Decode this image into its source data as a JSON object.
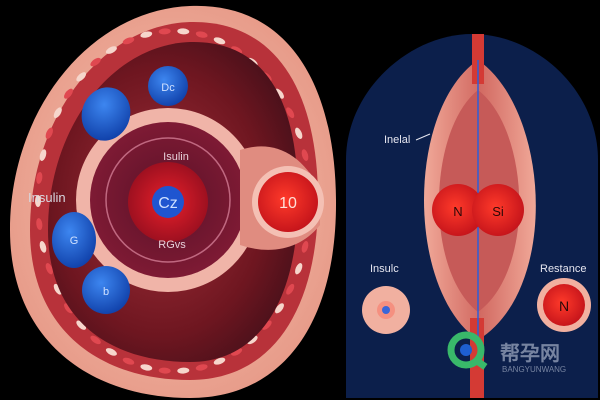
{
  "left_panel": {
    "label_insulin": "Insulin",
    "inner_top_label": "Isulin",
    "center_label": "Cz",
    "inner_bottom_label": "RGvs",
    "blob_top_right_label": "Dc",
    "blob_left_bottom_label": "G",
    "blob_bottom_label": "b",
    "side_cell_label": "10"
  },
  "right_panel": {
    "label_top": "Inelal",
    "label_left": "Insulc",
    "label_right": "Restance",
    "left_lobe_label": "N",
    "right_lobe_label": "Si",
    "right_cell_label": "N"
  },
  "watermark": {
    "chinese_text": "帮孕网",
    "latin_text": "BANGYUNWANG"
  },
  "colors": {
    "background": "#000000",
    "right_panel_bg": "#0c1f4b",
    "flesh": "#f3b3a0",
    "deep_red": "#7a1420",
    "cell_red": "#e02018",
    "blue_blob": "#1e5fd0"
  }
}
